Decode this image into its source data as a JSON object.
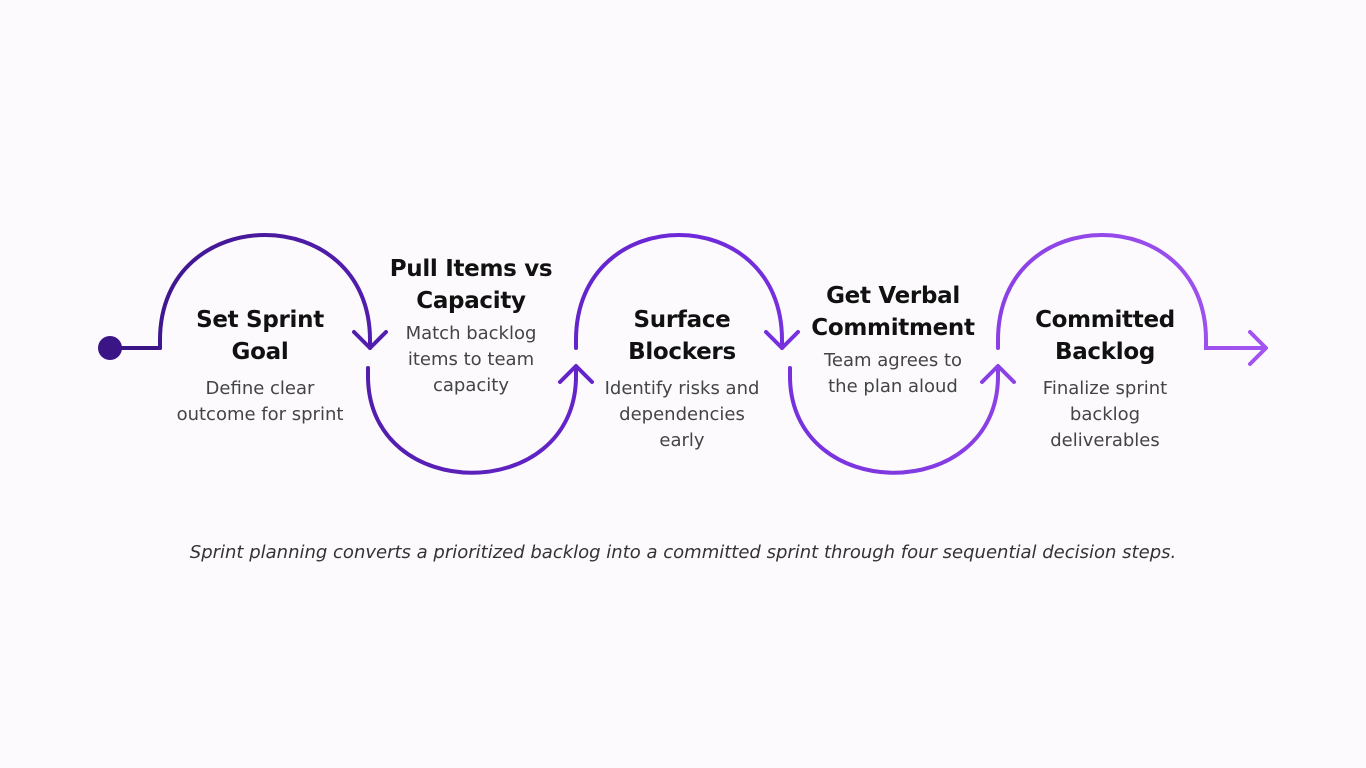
{
  "colors": {
    "background": "#fcfafd",
    "path_start": "#3b1486",
    "path_mid": "#6d28d9",
    "path_end": "#a355f0"
  },
  "steps": [
    {
      "title_line1": "Set Sprint",
      "title_line2": "Goal",
      "desc": [
        "Define clear",
        "outcome for sprint"
      ]
    },
    {
      "title_line1": "Pull Items vs",
      "title_line2": "Capacity",
      "desc": [
        "Match backlog",
        "items to team",
        "capacity"
      ]
    },
    {
      "title_line1": "Surface",
      "title_line2": "Blockers",
      "desc": [
        "Identify risks and",
        "dependencies",
        "early"
      ]
    },
    {
      "title_line1": "Get Verbal",
      "title_line2": "Commitment",
      "desc": [
        "Team agrees to",
        "the plan aloud"
      ]
    },
    {
      "title_line1": "Committed",
      "title_line2": "Backlog",
      "desc": [
        "Finalize sprint",
        "backlog",
        "deliverables"
      ]
    }
  ],
  "caption": "Sprint planning converts a prioritized backlog into a committed sprint through four sequential decision steps."
}
